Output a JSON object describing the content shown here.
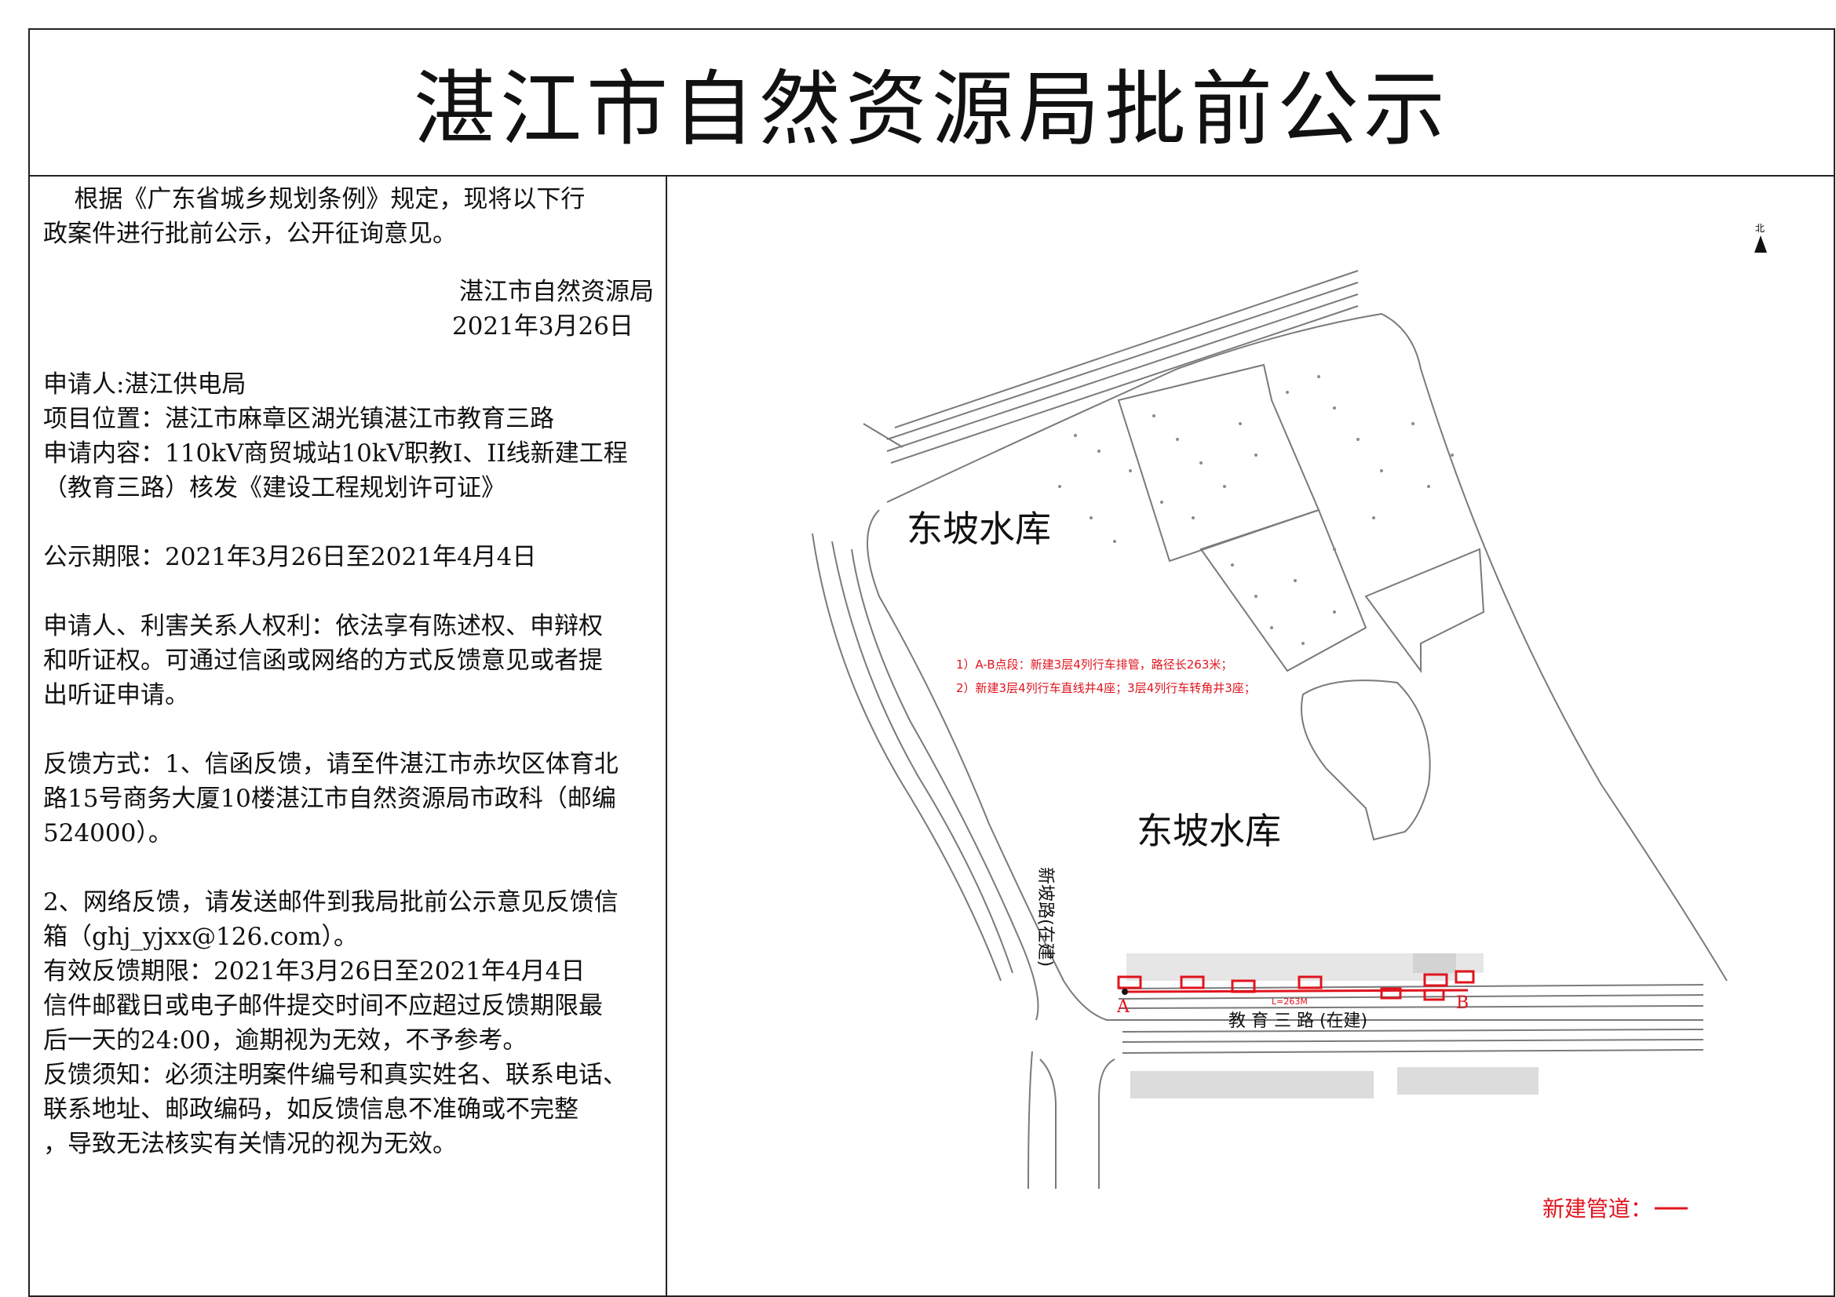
{
  "header": {
    "title": "湛江市自然资源局批前公示"
  },
  "notice": {
    "intro_line1": "根据《广东省城乡规划条例》规定，现将以下行",
    "intro_line2": "政案件进行批前公示，公开征询意见。",
    "issuer": "湛江市自然资源局",
    "issue_date": "2021年3月26日",
    "applicant": "申请人:湛江供电局",
    "location": "项目位置：湛江市麻章区湖光镇湛江市教育三路",
    "content_line1": "申请内容：110kV商贸城站10kV职教I、II线新建工程",
    "content_line2": "（教育三路）核发《建设工程规划许可证》",
    "period": "公示期限：2021年3月26日至2021年4月4日",
    "rights_line1": "申请人、利害关系人权利：依法享有陈述权、申辩权",
    "rights_line2": "和听证权。可通过信函或网络的方式反馈意见或者提",
    "rights_line3": "出听证申请。",
    "feedback_line1": "反馈方式：1、信函反馈，请至件湛江市赤坎区体育北",
    "feedback_line2": "路15号商务大厦10楼湛江市自然资源局市政科（邮编",
    "feedback_line3": "524000）。",
    "online_line1": "2、网络反馈，请发送邮件到我局批前公示意见反馈信",
    "online_line2": "箱（ghj_yjxx@126.com）。",
    "valid_period": "有效反馈期限：2021年3月26日至2021年4月4日",
    "deadline_line1": "信件邮戳日或电子邮件提交时间不应超过反馈期限最",
    "deadline_line2": "后一天的24:00，逾期视为无效，不予参考。",
    "req_line1": "反馈须知：必须注明案件编号和真实姓名、联系电话、",
    "req_line2": "联系地址、邮政编码，如反馈信息不准确或不完整",
    "req_line3": "，导致无法核实有关情况的视为无效。"
  },
  "map": {
    "north_label": "北",
    "reservoir_label_1": "东坡水库",
    "reservoir_label_2": "东坡水库",
    "road_vertical_label": "新坡路(在建)",
    "road_horizontal_label": "教 育 三 路 (在建)",
    "note_line1": "1）A-B点段：新建3层4列行车排管，路径长263米；",
    "note_line2": "2）新建3层4列行车直线井4座；3层4列行车转角井3座；",
    "point_a": "A",
    "point_b": "B",
    "length_label": "L=263M",
    "legend_label": "新建管道：",
    "accent_red": "#e0141e",
    "line_gray": "#7a7a7a"
  }
}
